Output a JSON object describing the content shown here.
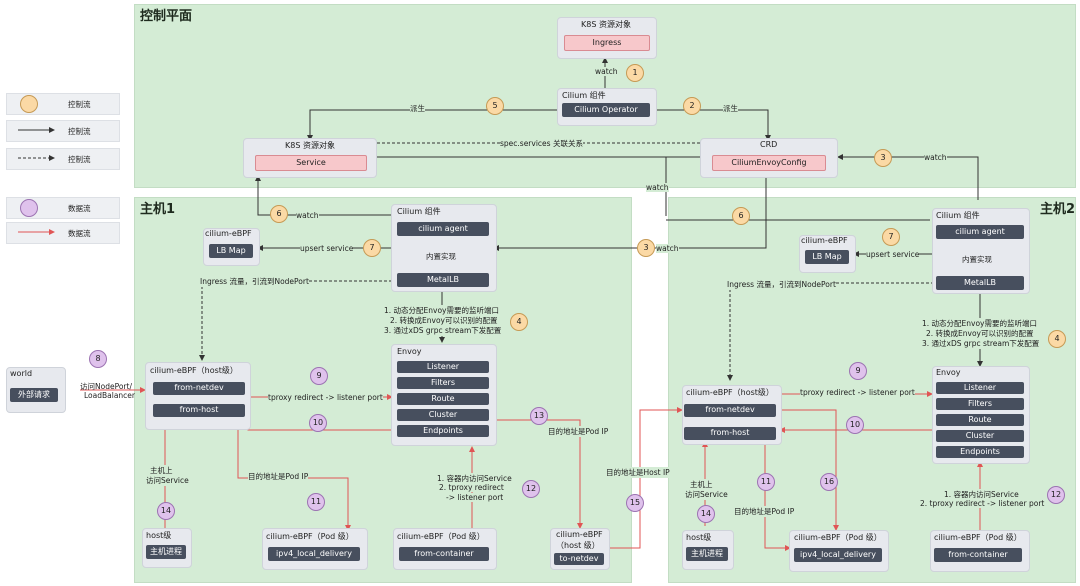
{
  "regions": {
    "control_plane": "控制平面",
    "host1": "主机1",
    "host2": "主机2"
  },
  "legend": [
    {
      "label": "控制流",
      "kind": "circle-orange"
    },
    {
      "label": "控制流",
      "kind": "solid-arrow"
    },
    {
      "label": "控制流",
      "kind": "dashed-arrow"
    },
    {
      "label": "数据流",
      "kind": "circle-purple"
    },
    {
      "label": "数据流",
      "kind": "red-arrow"
    }
  ],
  "control": {
    "k8s_top_title": "K8S 资源对象",
    "ingress": "Ingress",
    "cilium_comp_title": "Cilium 组件",
    "cilium_operator": "Cilium Operator",
    "k8s_left_title": "K8S 资源对象",
    "service": "Service",
    "crd_title": "CRD",
    "crd_value": "CiliumEnvoyConfig",
    "lbl_watch1": "watch",
    "lbl_spawn_left": "派生",
    "lbl_spawn_right": "派生",
    "lbl_spec": "spec.services 关联关系",
    "lbl_watch3": "watch",
    "lbl_watch_mid": "watch"
  },
  "host1": {
    "cilium_comp_title": "Cilium 组件",
    "cilium_agent": "cilium agent",
    "builtin": "内置实现",
    "metallb": "MetalLB",
    "ebpf_title": "cilium-eBPF",
    "lbmap": "LB Map",
    "upsert": "upsert service",
    "watch6": "watch",
    "ingress_note": "Ingress 流量，引流到NodePort",
    "envoy_steps": [
      "1. 动态分配Envoy需要的监听端口",
      "2. 转换成Envoy可以识别的配置",
      "3. 通过xDS grpc stream下发配置"
    ],
    "envoy_title": "Envoy",
    "envoy_items": [
      "Listener",
      "Filters",
      "Route",
      "Cluster",
      "Endpoints"
    ],
    "host_ebpf_title": "cilium-eBPF（host级）",
    "from_netdev": "from-netdev",
    "from_host": "from-host",
    "tproxy": "tproxy redirect -> listener port",
    "dest_pod": "目的地址是Pod IP",
    "dest_pod_ip_13": "目的地址是Pod IP",
    "host_access": [
      "主机上",
      "访问Service"
    ],
    "host_level": "host级",
    "host_process": "主机进程",
    "pod_ebpf_title": "cilium-eBPF（Pod 级）",
    "ipv4_local": "ipv4_local_delivery",
    "pod_ebpf2_title": "cilium-eBPF（Pod 级）",
    "from_container": "from-container",
    "container_steps": [
      "1. 容器内访问Service",
      "2. tproxy redirect",
      "-> listener port"
    ],
    "host_ebpf2_title": [
      "cilium-eBPF",
      "（host 级）"
    ],
    "to_netdev": "to-netdev"
  },
  "world": {
    "title": "world",
    "external": "外部请求",
    "access": [
      "访问NodePort/",
      "LoadBalancer"
    ]
  },
  "host2": {
    "cilium_comp_title": "Cilium 组件",
    "cilium_agent": "cilium agent",
    "builtin": "内置实现",
    "metallb": "MetalLB",
    "ebpf_title": "cilium-eBPF",
    "lbmap": "LB Map",
    "upsert": "upsert service",
    "ingress_note": "Ingress 流量，引流到NodePort",
    "envoy_steps": [
      "1. 动态分配Envoy需要的监听端口",
      "2. 转换成Envoy可以识别的配置",
      "3. 通过xDS grpc stream下发配置"
    ],
    "envoy_title": "Envoy",
    "envoy_items": [
      "Listener",
      "Filters",
      "Route",
      "Cluster",
      "Endpoints"
    ],
    "host_ebpf_title": "cilium-eBPF（host级）",
    "from_netdev": "from-netdev",
    "from_host": "from-host",
    "tproxy": "tproxy redirect -> listener port",
    "dest_host_ip": "目的地址是Host IP",
    "dest_pod": "目的地址是Pod IP",
    "host_access": [
      "主机上",
      "访问Service"
    ],
    "host_level": "host级",
    "host_process": "主机进程",
    "pod_ebpf_title": "cilium-eBPF（Pod 级）",
    "ipv4_local": "ipv4_local_delivery",
    "pod_ebpf2_title": "cilium-eBPF（Pod 级）",
    "from_container": "from-container",
    "container_steps": [
      "1. 容器内访问Service",
      "2. tproxy redirect -> listener port"
    ]
  },
  "numbers": {
    "n1": "1",
    "n2": "2",
    "n3": "3",
    "n4": "4",
    "n5": "5",
    "n6": "6",
    "n7": "7",
    "n8": "8",
    "n9": "9",
    "n10": "10",
    "n11": "11",
    "n12": "12",
    "n13": "13",
    "n14": "14",
    "n15": "15",
    "n16": "16"
  },
  "colors": {
    "region": "#d4ecd5",
    "dark_box": "#474f5e",
    "pink_box": "#f7c8cb",
    "orange_circle": "#fbd9a5",
    "purple_circle": "#dfc2ec",
    "red_arrow": "#e05555"
  }
}
